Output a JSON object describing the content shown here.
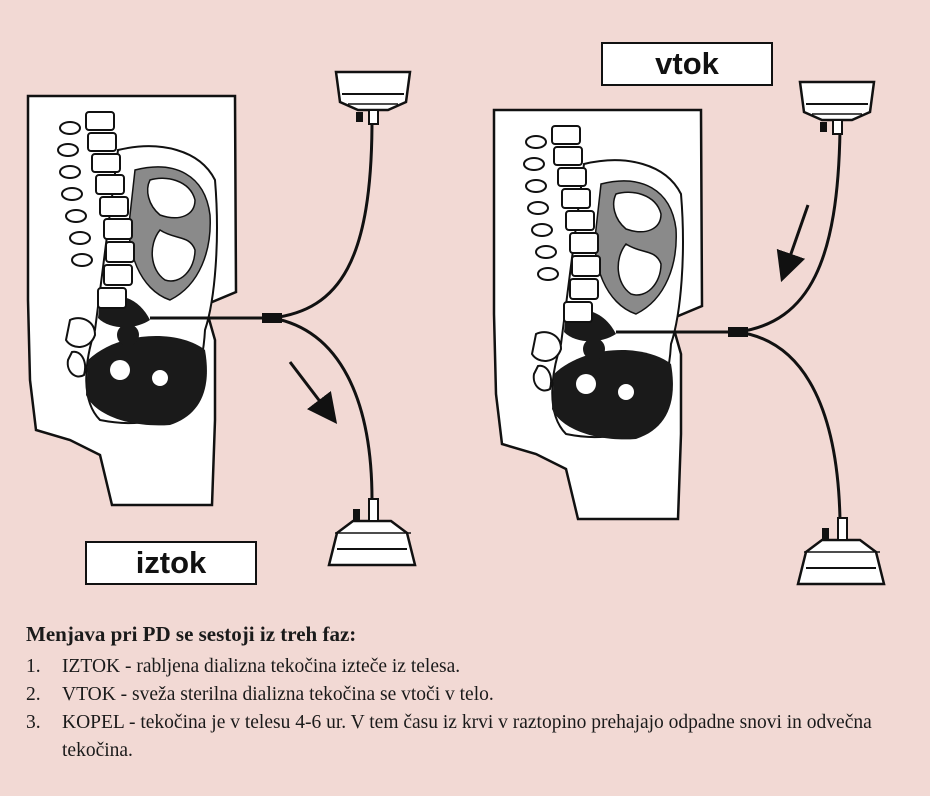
{
  "labels": {
    "drain_phase": "iztok",
    "fill_phase": "vtok"
  },
  "caption": {
    "title": "Menjava pri PD se sestoji iz treh faz:",
    "items": [
      {
        "number": "1.",
        "text": "IZTOK - rabljena dializna tekočina izteče iz telesa."
      },
      {
        "number": "2.",
        "text": "VTOK - sveža sterilna dializna tekočina se vtoči v telo."
      },
      {
        "number": "3.",
        "text": "KOPEL - tekočina je v telesu 4-6 ur. V tem času iz krvi v raztopino prehajajo odpadne snovi in odvečna tekočina."
      }
    ]
  },
  "colors": {
    "background": "#f2d9d4",
    "line": "#111111",
    "organ_grey": "#8a8a8a",
    "fluid_dark": "#1a1a1a",
    "box_fill": "#ffffff"
  }
}
